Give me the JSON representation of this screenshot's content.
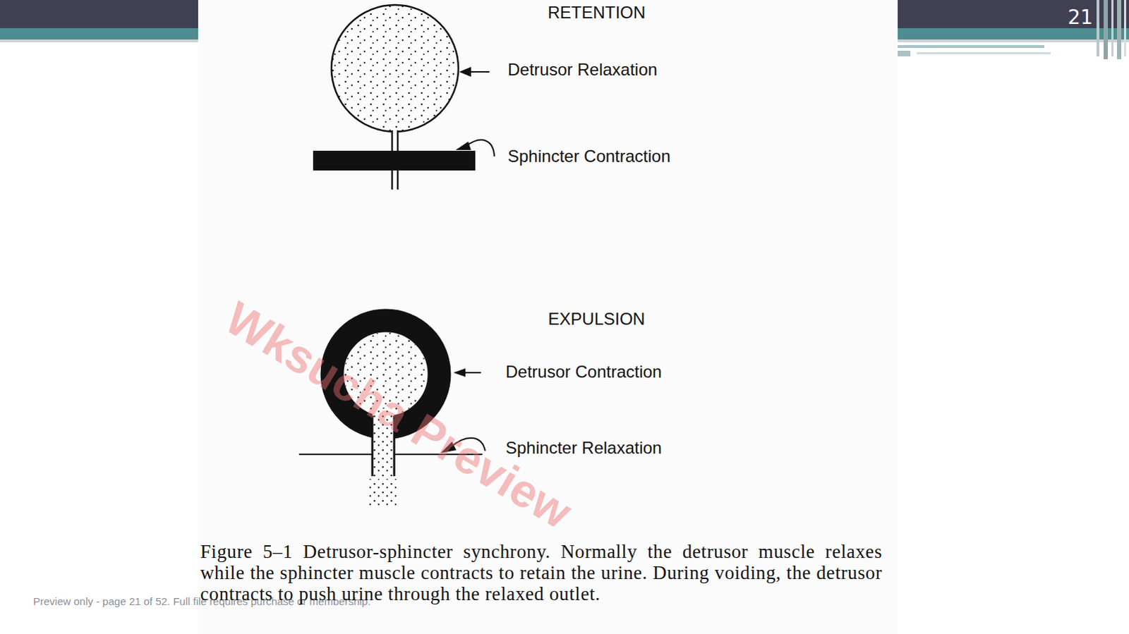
{
  "diagram": {
    "caption": "Figure 5–1 Detrusor-sphincter synchrony. Normally the detrusor muscle relaxes while the sphincter muscle contracts to retain the urine. During voiding, the detrusor contracts to push urine through the relaxed outlet.",
    "labels": [
      "21",
      "RETENTION",
      "Detrusor Relaxation",
      "Sphincter Contraction",
      "EXPULSION",
      "Detrusor Contraction",
      "Sphincter Relaxation",
      "Wksucha Preview",
      "Preview only - page 21 of 52. Full file requires purchase or membership."
    ]
  }
}
